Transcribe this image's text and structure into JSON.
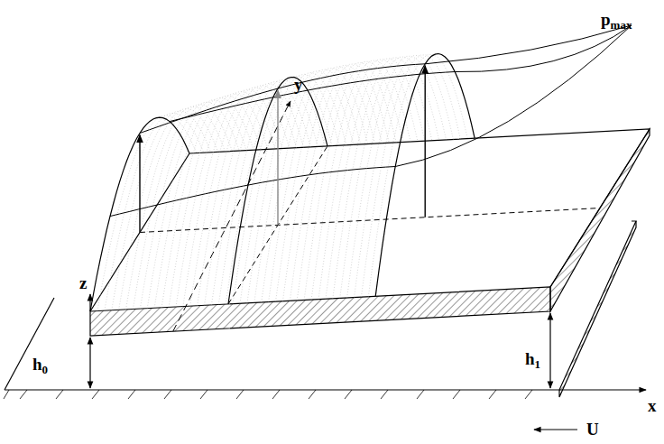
{
  "diagram": {
    "labels": [
      "pmax",
      "y",
      "z",
      "h0",
      "h1",
      "x",
      "U"
    ]
  }
}
